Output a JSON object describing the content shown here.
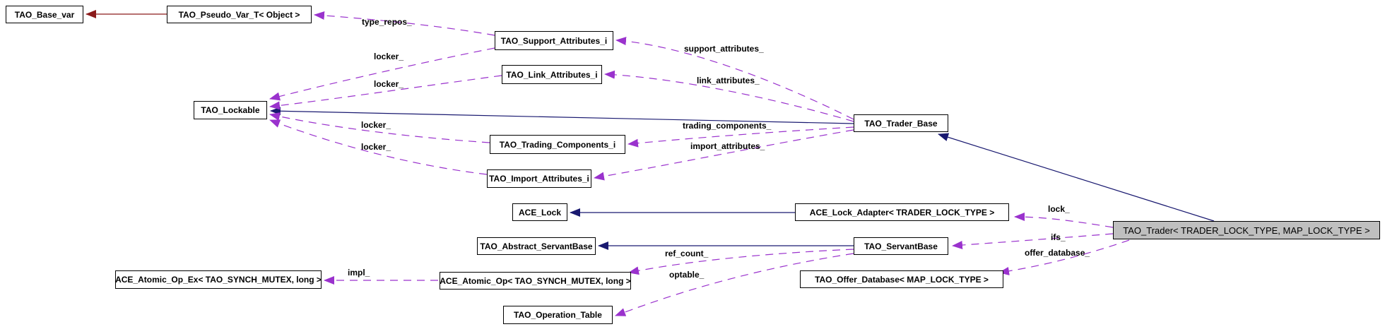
{
  "diagram": {
    "kind": "class collaboration graph",
    "colors": {
      "background": "#ffffff",
      "node_border": "#000000",
      "node_fill": "#ffffff",
      "current_node_fill": "#bfbfbf",
      "inheritance_edge": "#191970",
      "private_inheritance_edge": "#8b1a1a",
      "usage_edge_dashed": "#9a32cd",
      "text": "#000000"
    },
    "nodes": {
      "base_var": {
        "label": "TAO_Base_var"
      },
      "pseudo_var": {
        "label": "TAO_Pseudo_Var_T< Object >"
      },
      "support_attrs": {
        "label": "TAO_Support_Attributes_i"
      },
      "link_attrs": {
        "label": "TAO_Link_Attributes_i"
      },
      "lockable": {
        "label": "TAO_Lockable"
      },
      "trading_comps": {
        "label": "TAO_Trading_Components_i"
      },
      "import_attrs": {
        "label": "TAO_Import_Attributes_i"
      },
      "trader_base": {
        "label": "TAO_Trader_Base"
      },
      "ace_lock": {
        "label": "ACE_Lock"
      },
      "lock_adapter": {
        "label": "ACE_Lock_Adapter< TRADER_LOCK_TYPE >"
      },
      "abstract_servant": {
        "label": "TAO_Abstract_ServantBase"
      },
      "servant_base": {
        "label": "TAO_ServantBase"
      },
      "atomic_op_ex": {
        "label": "ACE_Atomic_Op_Ex< TAO_SYNCH_MUTEX, long >"
      },
      "atomic_op": {
        "label": "ACE_Atomic_Op< TAO_SYNCH_MUTEX, long >"
      },
      "operation_table": {
        "label": "TAO_Operation_Table"
      },
      "offer_database": {
        "label": "TAO_Offer_Database< MAP_LOCK_TYPE >"
      },
      "trader": {
        "label": "TAO_Trader< TRADER_LOCK_TYPE, MAP_LOCK_TYPE >"
      }
    },
    "edge_labels": {
      "type_repos": "type_repos_",
      "locker_support": "locker_",
      "locker_link": "locker_",
      "locker_trading": "locker_",
      "locker_import": "locker_",
      "support_attributes": "support_attributes_",
      "link_attributes": "link_attributes_",
      "trading_components": "trading_components_",
      "import_attributes": "import_attributes_",
      "lock": "lock_",
      "ifs": "ifs_",
      "offer_database": "offer_database_",
      "ref_count": "ref_count_",
      "optable": "optable_",
      "impl": "impl_"
    },
    "edges": [
      {
        "from": "TAO_Pseudo_Var_T< Object >",
        "to": "TAO_Base_var",
        "relation": "inheritance",
        "style": "solid-darkred"
      },
      {
        "from": "TAO_Trader_Base",
        "to": "TAO_Lockable",
        "relation": "inheritance",
        "style": "solid-navy"
      },
      {
        "from": "TAO_Trader< TRADER_LOCK_TYPE, MAP_LOCK_TYPE >",
        "to": "TAO_Trader_Base",
        "relation": "inheritance",
        "style": "solid-navy"
      },
      {
        "from": "ACE_Lock_Adapter< TRADER_LOCK_TYPE >",
        "to": "ACE_Lock",
        "relation": "inheritance",
        "style": "solid-navy"
      },
      {
        "from": "TAO_ServantBase",
        "to": "TAO_Abstract_ServantBase",
        "relation": "inheritance",
        "style": "solid-navy"
      },
      {
        "from": "TAO_Support_Attributes_i",
        "to": "TAO_Pseudo_Var_T< Object >",
        "label": "type_repos_",
        "relation": "member",
        "style": "dashed-purple"
      },
      {
        "from": "TAO_Support_Attributes_i",
        "to": "TAO_Lockable",
        "label": "locker_",
        "relation": "member",
        "style": "dashed-purple"
      },
      {
        "from": "TAO_Link_Attributes_i",
        "to": "TAO_Lockable",
        "label": "locker_",
        "relation": "member",
        "style": "dashed-purple"
      },
      {
        "from": "TAO_Trading_Components_i",
        "to": "TAO_Lockable",
        "label": "locker_",
        "relation": "member",
        "style": "dashed-purple"
      },
      {
        "from": "TAO_Import_Attributes_i",
        "to": "TAO_Lockable",
        "label": "locker_",
        "relation": "member",
        "style": "dashed-purple"
      },
      {
        "from": "TAO_Trader_Base",
        "to": "TAO_Support_Attributes_i",
        "label": "support_attributes_",
        "relation": "member",
        "style": "dashed-purple"
      },
      {
        "from": "TAO_Trader_Base",
        "to": "TAO_Link_Attributes_i",
        "label": "link_attributes_",
        "relation": "member",
        "style": "dashed-purple"
      },
      {
        "from": "TAO_Trader_Base",
        "to": "TAO_Trading_Components_i",
        "label": "trading_components_",
        "relation": "member",
        "style": "dashed-purple"
      },
      {
        "from": "TAO_Trader_Base",
        "to": "TAO_Import_Attributes_i",
        "label": "import_attributes_",
        "relation": "member",
        "style": "dashed-purple"
      },
      {
        "from": "TAO_Trader< TRADER_LOCK_TYPE, MAP_LOCK_TYPE >",
        "to": "ACE_Lock_Adapter< TRADER_LOCK_TYPE >",
        "label": "lock_",
        "relation": "member",
        "style": "dashed-purple"
      },
      {
        "from": "TAO_Trader< TRADER_LOCK_TYPE, MAP_LOCK_TYPE >",
        "to": "TAO_ServantBase",
        "label": "ifs_",
        "relation": "member",
        "style": "dashed-purple"
      },
      {
        "from": "TAO_Trader< TRADER_LOCK_TYPE, MAP_LOCK_TYPE >",
        "to": "TAO_Offer_Database< MAP_LOCK_TYPE >",
        "label": "offer_database_",
        "relation": "member",
        "style": "dashed-purple"
      },
      {
        "from": "TAO_ServantBase",
        "to": "ACE_Atomic_Op< TAO_SYNCH_MUTEX, long >",
        "label": "ref_count_",
        "relation": "member",
        "style": "dashed-purple"
      },
      {
        "from": "TAO_ServantBase",
        "to": "TAO_Operation_Table",
        "label": "optable_",
        "relation": "member",
        "style": "dashed-purple"
      },
      {
        "from": "ACE_Atomic_Op< TAO_SYNCH_MUTEX, long >",
        "to": "ACE_Atomic_Op_Ex< TAO_SYNCH_MUTEX, long >",
        "label": "impl_",
        "relation": "member",
        "style": "dashed-purple"
      }
    ]
  }
}
